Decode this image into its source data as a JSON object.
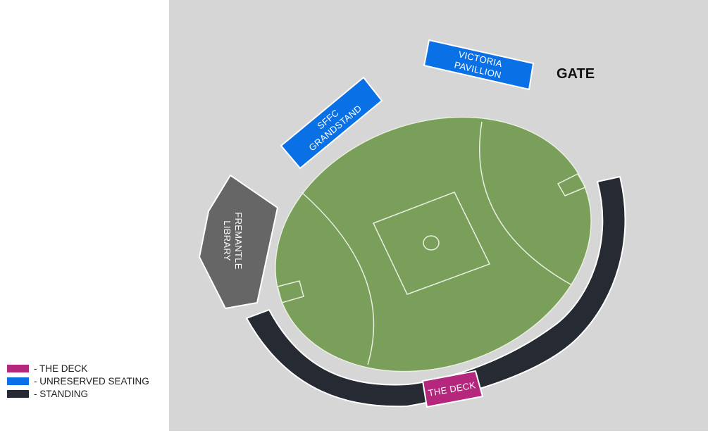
{
  "map": {
    "gate_label": "GATE",
    "sections": {
      "victoria_pavillion": [
        "VICTORIA",
        "PAVILLION"
      ],
      "sffc_grandstand": [
        "SFFC",
        "GRANDSTAND"
      ],
      "fremantle_library": [
        "FREMANTLE",
        "LIBRARY"
      ],
      "the_deck": "THE DECK"
    }
  },
  "legend": [
    {
      "label": "- THE DECK",
      "color": "#b5267d"
    },
    {
      "label": "- UNRESERVED SEATING",
      "color": "#0a70e6"
    },
    {
      "label": "- STANDING",
      "color": "#262a33"
    }
  ],
  "colors": {
    "background": "#d6d6d6",
    "field": "#7a9f5a",
    "field_lines": "#e8efe0",
    "unreserved": "#0a70e6",
    "library": "#666666",
    "standing": "#262a33",
    "deck": "#b5267d"
  }
}
